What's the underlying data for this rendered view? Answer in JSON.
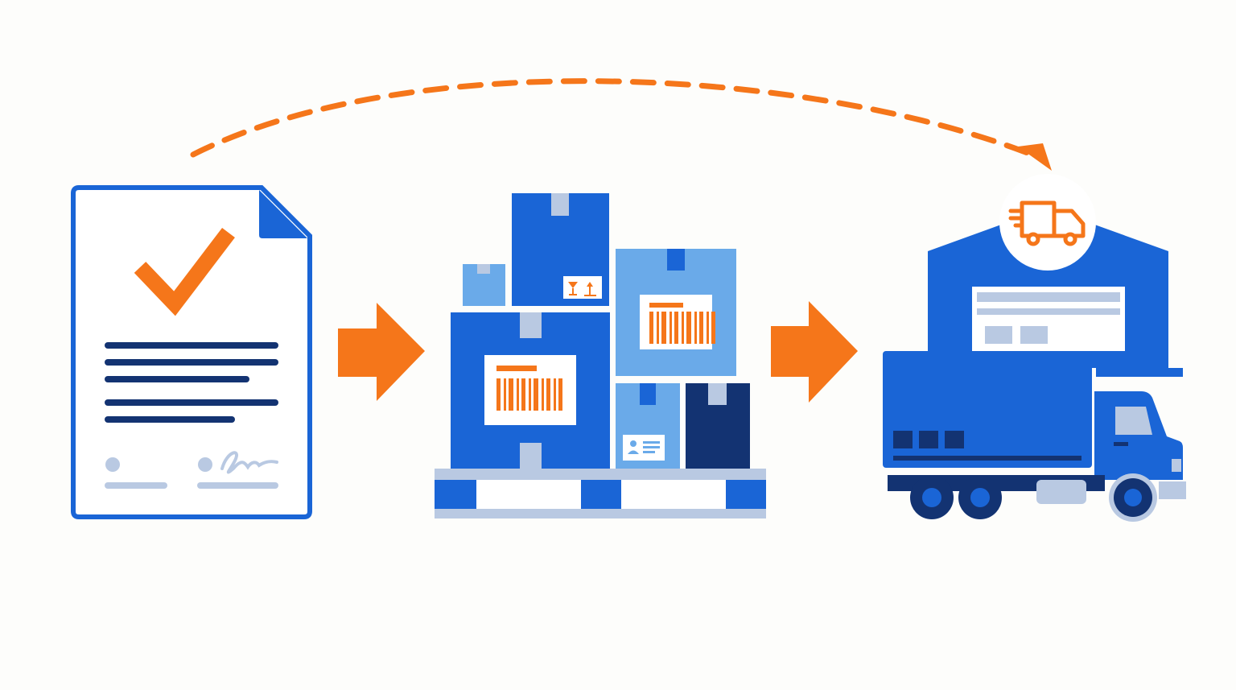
{
  "diagram": {
    "type": "process-flow",
    "steps": [
      {
        "id": "order-document",
        "icon": "approved-document-icon"
      },
      {
        "id": "palletized-boxes",
        "icon": "packed-pallet-icon"
      },
      {
        "id": "warehouse-dispatch",
        "icon": "warehouse-truck-icon"
      }
    ],
    "connectors": [
      {
        "from": "order-document",
        "to": "palletized-boxes",
        "style": "solid-arrow"
      },
      {
        "from": "palletized-boxes",
        "to": "warehouse-dispatch",
        "style": "solid-arrow"
      },
      {
        "from": "order-document",
        "to": "warehouse-dispatch",
        "style": "dashed-curved-arrow"
      }
    ]
  },
  "icons": {
    "check": "check-mark-icon",
    "signature": "signature-icon",
    "barcode": "barcode-icon",
    "fragile": "fragile-glass-icon",
    "this_side_up": "this-side-up-icon",
    "id_card": "id-card-icon",
    "fast_delivery": "fast-delivery-truck-icon"
  },
  "colors": {
    "primary_blue": "#1a65d6",
    "light_blue": "#6aaae9",
    "navy": "#133372",
    "accent_orange": "#f5761a",
    "pale_blue": "#b9c9e2",
    "background": "#fdfdfb"
  }
}
